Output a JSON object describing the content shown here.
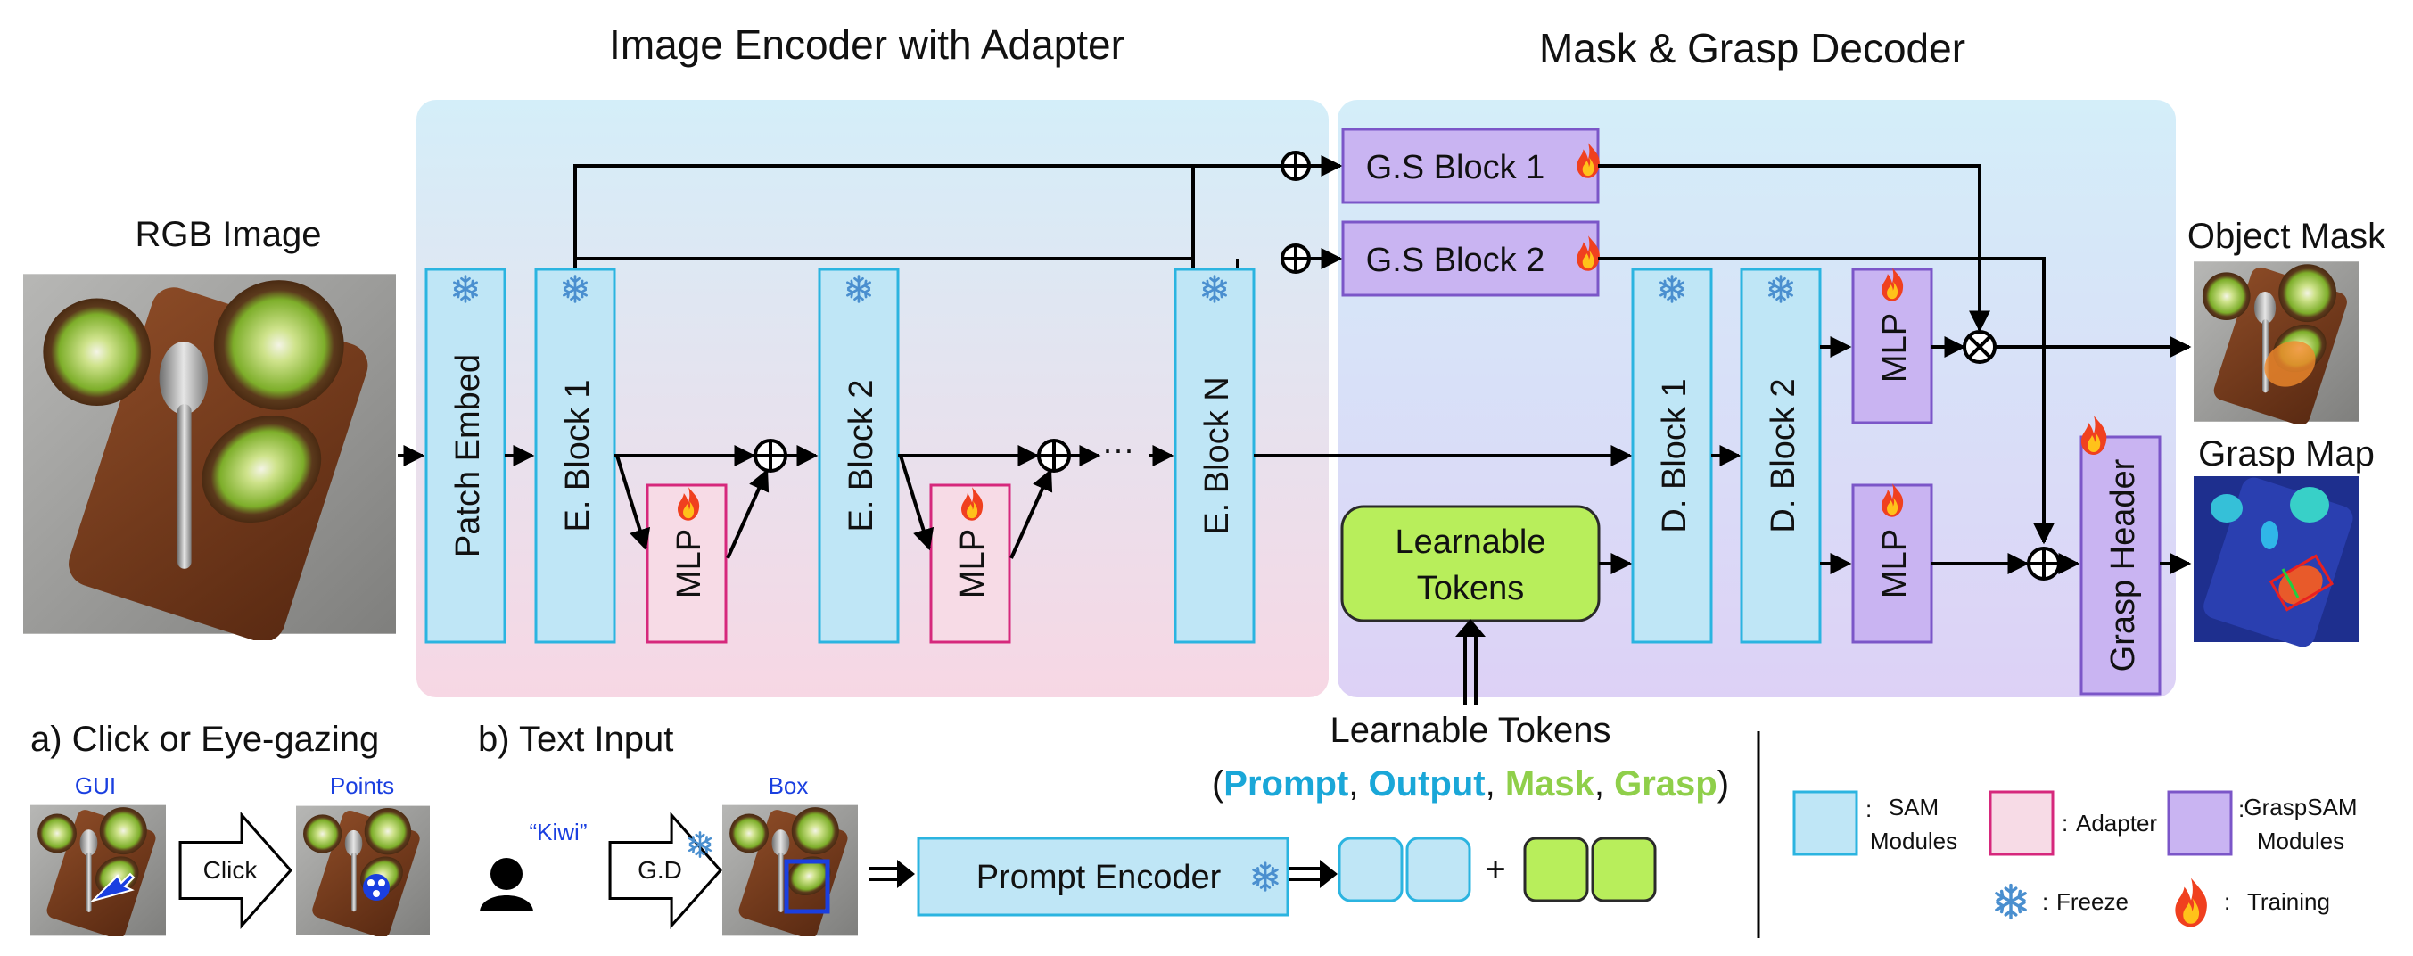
{
  "sections": {
    "encoder_title": "Image Encoder with Adapter",
    "decoder_title": "Mask & Grasp Decoder"
  },
  "inputs": {
    "rgb_label": "RGB Image",
    "object_mask_label": "Object Mask",
    "grasp_map_label": "Grasp Map"
  },
  "blocks": {
    "patch_embed": "Patch Embed",
    "e_block_1": "E. Block 1",
    "e_block_2": "E. Block 2",
    "e_block_n": "E. Block N",
    "mlp": "MLP",
    "gs_block_1": "G.S Block 1",
    "gs_block_2": "G.S Block 2",
    "d_block_1": "D. Block 1",
    "d_block_2": "D. Block 2",
    "grasp_header": "Grasp Header",
    "learnable_tokens_line1": "Learnable",
    "learnable_tokens_line2": "Tokens",
    "ellipsis": "···"
  },
  "prompt": {
    "a_title": "a) Click or Eye-gazing",
    "b_title": "b) Text Input",
    "gui_label": "GUI",
    "points_label": "Points",
    "click_label": "Click",
    "kiwi_quote": "“Kiwi”",
    "gd_label": "G.D",
    "box_label": "Box",
    "prompt_encoder": "Prompt Encoder",
    "tokens_caption": "Learnable Tokens",
    "token_open": "(",
    "token_prompt": "Prompt",
    "token_comma1": ", ",
    "token_output": "Output",
    "token_comma2": ", ",
    "token_mask": "Mask",
    "token_comma3": ", ",
    "token_grasp": "Grasp",
    "token_close": ")",
    "plus": "+"
  },
  "legend": {
    "sam_line1": "SAM",
    "sam_line2": "Modules",
    "adapter": "Adapter",
    "graspsam_line1": "GraspSAM",
    "graspsam_line2": "Modules",
    "freeze": "Freeze",
    "training": "Training",
    "colon": ":"
  },
  "colors": {
    "sam_fill": "#bfe6f6",
    "sam_stroke": "#2bb4e0",
    "adapter_fill": "#f7dbe6",
    "adapter_stroke": "#d6287c",
    "graspsam_fill": "#c9b4f2",
    "graspsam_stroke": "#7b56c8",
    "token_green": "#b8ee5b",
    "prompt_blue": "#1aa7d8",
    "mask_green": "#8fcf4a",
    "link_blue": "#1a3fe0"
  },
  "icons": {
    "freeze": "snowflake-icon",
    "training": "flame-icon",
    "person": "person-icon",
    "cursor": "cursor-icon"
  }
}
